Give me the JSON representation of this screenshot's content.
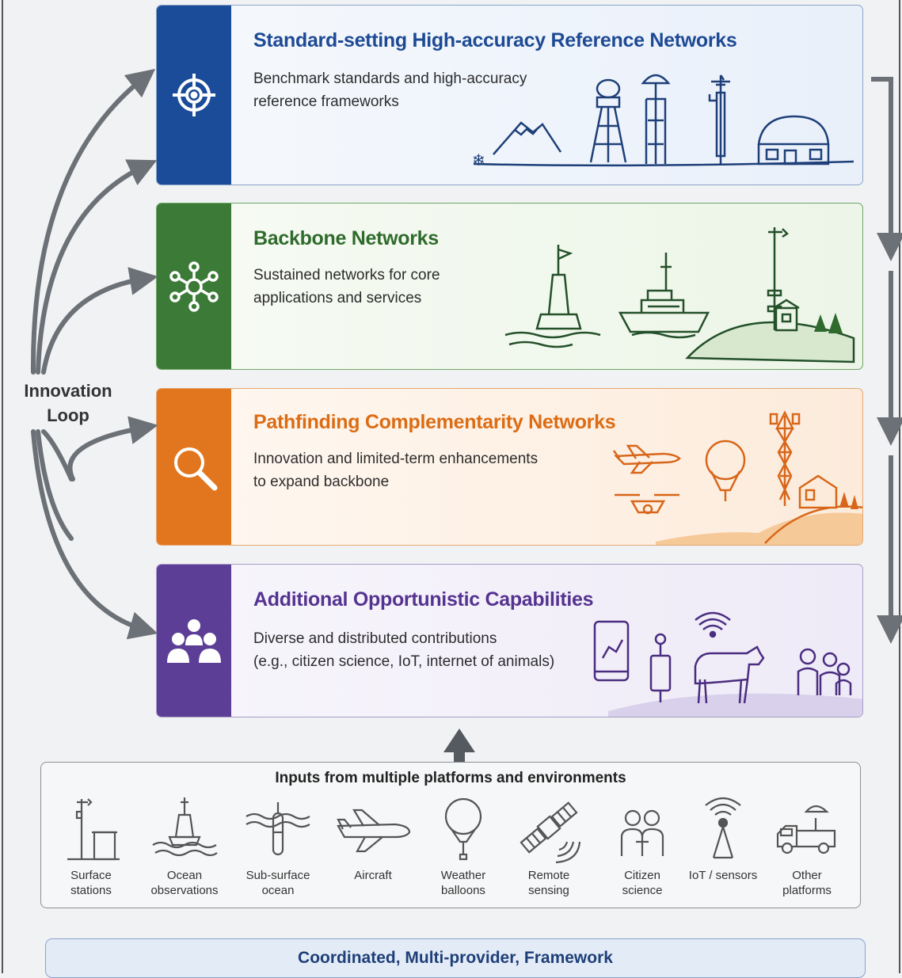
{
  "tiers": [
    {
      "title": "Standard-setting High-accuracy Reference Networks",
      "desc1": "Benchmark standards and high-accuracy",
      "desc2": "reference frameworks",
      "icon": "target-icon",
      "color": "#1b4c99"
    },
    {
      "title": "Backbone Networks",
      "desc1": "Sustained networks for core",
      "desc2": "applications and services",
      "icon": "network-icon",
      "color": "#3c7a37"
    },
    {
      "title": "Pathfinding Complementarity Networks",
      "desc1": "Innovation and limited-term enhancements",
      "desc2": "to expand backbone",
      "icon": "magnifier-icon",
      "color": "#e2761e"
    },
    {
      "title": "Additional Opportunistic Capabilities",
      "desc1": "Diverse and distributed contributions",
      "desc2": "(e.g., citizen science, IoT, internet of animals)",
      "icon": "people-icon",
      "color": "#5d3e97"
    }
  ],
  "loop": {
    "line1": "Innovation",
    "line2": "Loop"
  },
  "inputs": {
    "title": "Inputs from multiple platforms and environments",
    "items": [
      {
        "line1": "Surface",
        "line2": "stations",
        "icon": "weather-station-icon"
      },
      {
        "line1": "Ocean",
        "line2": "observations",
        "icon": "buoy-icon"
      },
      {
        "line1": "Sub-surface",
        "line2": "ocean",
        "icon": "subsurface-float-icon"
      },
      {
        "line1": "Aircraft",
        "line2": "",
        "icon": "aircraft-icon"
      },
      {
        "line1": "Weather",
        "line2": "balloons",
        "icon": "balloon-icon"
      },
      {
        "line1": "Remote",
        "line2": "sensing",
        "icon": "satellite-icon"
      },
      {
        "line1": "Citizen",
        "line2": "science",
        "icon": "citizens-icon"
      },
      {
        "line1": "IoT / sensors",
        "line2": "",
        "icon": "antenna-icon"
      },
      {
        "line1": "Other",
        "line2": "platforms",
        "icon": "truck-icon"
      }
    ]
  },
  "footer": "Coordinated, Multi-provider, Framework"
}
